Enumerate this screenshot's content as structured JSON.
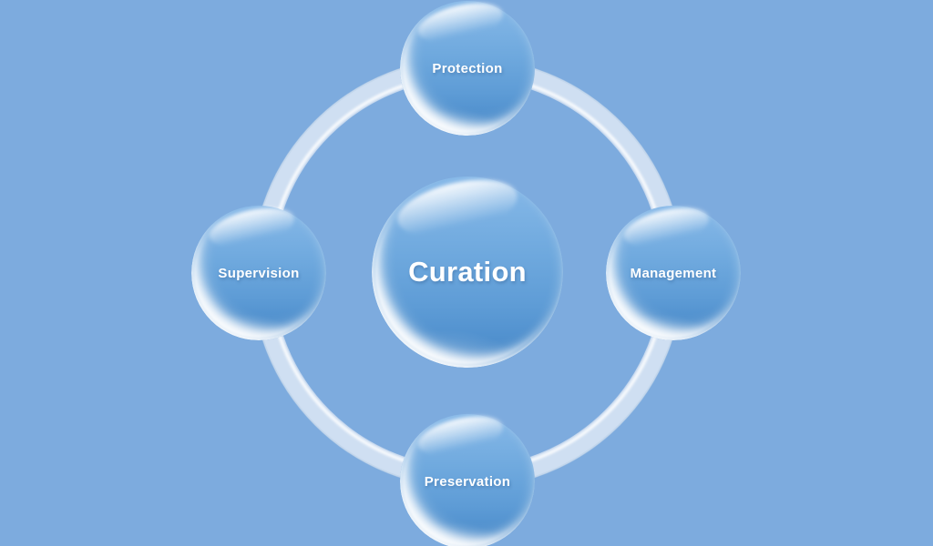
{
  "diagram": {
    "type": "hub-and-spoke-cycle",
    "center_node": {
      "label": "Curation"
    },
    "nodes": [
      {
        "label": "Protection",
        "position": "top"
      },
      {
        "label": "Management",
        "position": "right"
      },
      {
        "label": "Preservation",
        "position": "bottom"
      },
      {
        "label": "Supervision",
        "position": "left"
      }
    ],
    "colors": {
      "background": "#7dabde",
      "sphere_top": "#87b9e8",
      "sphere_mid": "#5e9cd6",
      "sphere_bottom": "#4486c7",
      "ring_fill": "#d6e3f3",
      "ring_edge": "#b9cfe8",
      "label_text": "#ffffff"
    }
  }
}
